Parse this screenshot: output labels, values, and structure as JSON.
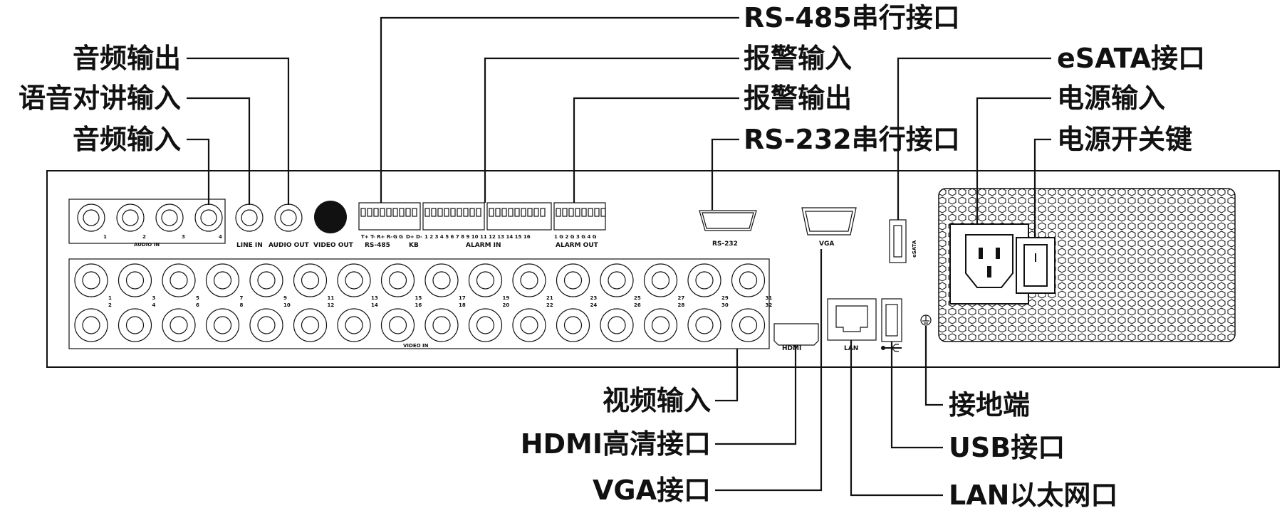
{
  "callouts": {
    "left": {
      "audio_out": "音频输出",
      "intercom_in": "语音对讲输入",
      "audio_in": "音频输入"
    },
    "top": {
      "rs485": "RS-485串行接口",
      "alarm_in": "报警输入",
      "alarm_out": "报警输出",
      "rs232": "RS-232串行接口",
      "esata": "eSATA接口",
      "power_in": "电源输入",
      "power_switch": "电源开关键"
    },
    "bottom": {
      "video_in": "视频输入",
      "hdmi": "HDMI高清接口",
      "vga": "VGA接口",
      "ground": "接地端",
      "usb": "USB接口",
      "lan": "LAN以太网口"
    }
  },
  "panel_labels": {
    "audio_in": "AUDIO IN",
    "audio_numbers": [
      "1",
      "2",
      "3",
      "4"
    ],
    "line_in": "LINE IN",
    "audio_out": "AUDIO OUT",
    "video_out": "VIDEO OUT",
    "rs485": "RS-485",
    "rs485_pins": "T+ T- R+ R-",
    "g_pins": "G G",
    "kb": "KB",
    "kb_pins": "D+ D-",
    "alarm_in": "ALARM IN",
    "alarm_in_pins": "1 2 3 4 5 6 7 8  9 10 11 12 13 14 15 16",
    "alarm_out": "ALARM OUT",
    "alarm_out_pins": "1 G 2 G 3 G 4 G",
    "rs232": "RS-232",
    "vga": "VGA",
    "esata": "eSATA",
    "video_in": "VIDEO IN",
    "hdmi": "HDMI",
    "lan": "LAN",
    "video_numbers_top": [
      "1",
      "3",
      "5",
      "7",
      "9",
      "11",
      "13",
      "15",
      "17",
      "19",
      "21",
      "23",
      "25",
      "27",
      "29",
      "31"
    ],
    "video_numbers_bottom": [
      "2",
      "4",
      "6",
      "8",
      "10",
      "12",
      "14",
      "16",
      "18",
      "20",
      "22",
      "24",
      "26",
      "28",
      "30",
      "32"
    ]
  }
}
